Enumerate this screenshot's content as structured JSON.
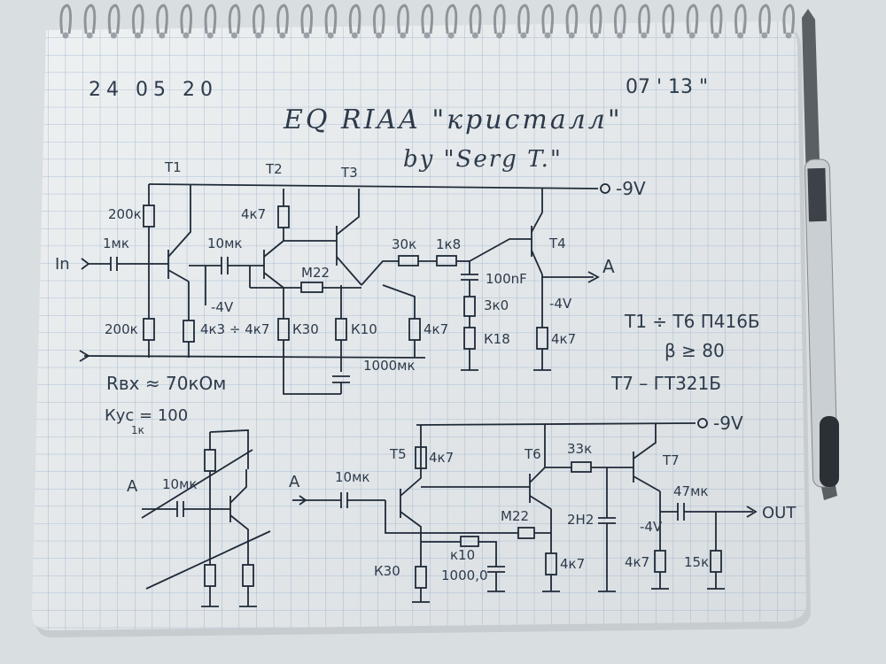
{
  "header": {
    "date": "24 05 20",
    "time": "07 ' 13 \"",
    "title": "EQ RIAA \"кристалл\"",
    "author": "by \"Serg T.\""
  },
  "circuit_top": {
    "transistors": [
      "T1",
      "T2",
      "T3",
      "T4"
    ],
    "supply": "-9V",
    "input_label": "In",
    "output_label": "A",
    "bias": "-4V",
    "bias_out": "-4V",
    "components": {
      "r1": "200к",
      "r2": "200к",
      "c_in": "1мк",
      "c1": "10мк",
      "r_t2c": "4к7",
      "r_t1e": "4к3 ÷ 4к7",
      "r_fb": "М22",
      "r_k30": "К30",
      "r_k10": "К10",
      "r_4k7a": "4к7",
      "r_30k": "30к",
      "r_1k8": "1к8",
      "c_100nf": "100nF",
      "r_3k0": "3к0",
      "r_k18": "К18",
      "r_4k7b": "4к7",
      "c_1000": "1000мк"
    },
    "rin": "Rвх ≈ 70кОм",
    "gain": "Кус = 100",
    "gain_sub": "1к"
  },
  "notes": {
    "line1": "T1 ÷ T6  П416Б",
    "line2": "β ≥ 80",
    "line3": "T7 – ГТ321Б"
  },
  "circuit_bottom": {
    "transistors": [
      "T5",
      "T6",
      "T7"
    ],
    "supply": "-9V",
    "input_label": "A",
    "output_label": "OUT",
    "bias": "-4V",
    "components": {
      "c_in": "10мк",
      "r_t5": "4к7",
      "r_33k": "33к",
      "r_m22": "М22",
      "r_k10": "к10",
      "c_1000": "1000,0",
      "r_k30": "К30",
      "c_2h2": "2Н2",
      "r_4k7a": "4к7",
      "r_4k7b": "4к7",
      "c_47": "47мк",
      "r_15k": "15к"
    }
  },
  "example": {
    "input_label": "A",
    "cap": "10мк"
  }
}
